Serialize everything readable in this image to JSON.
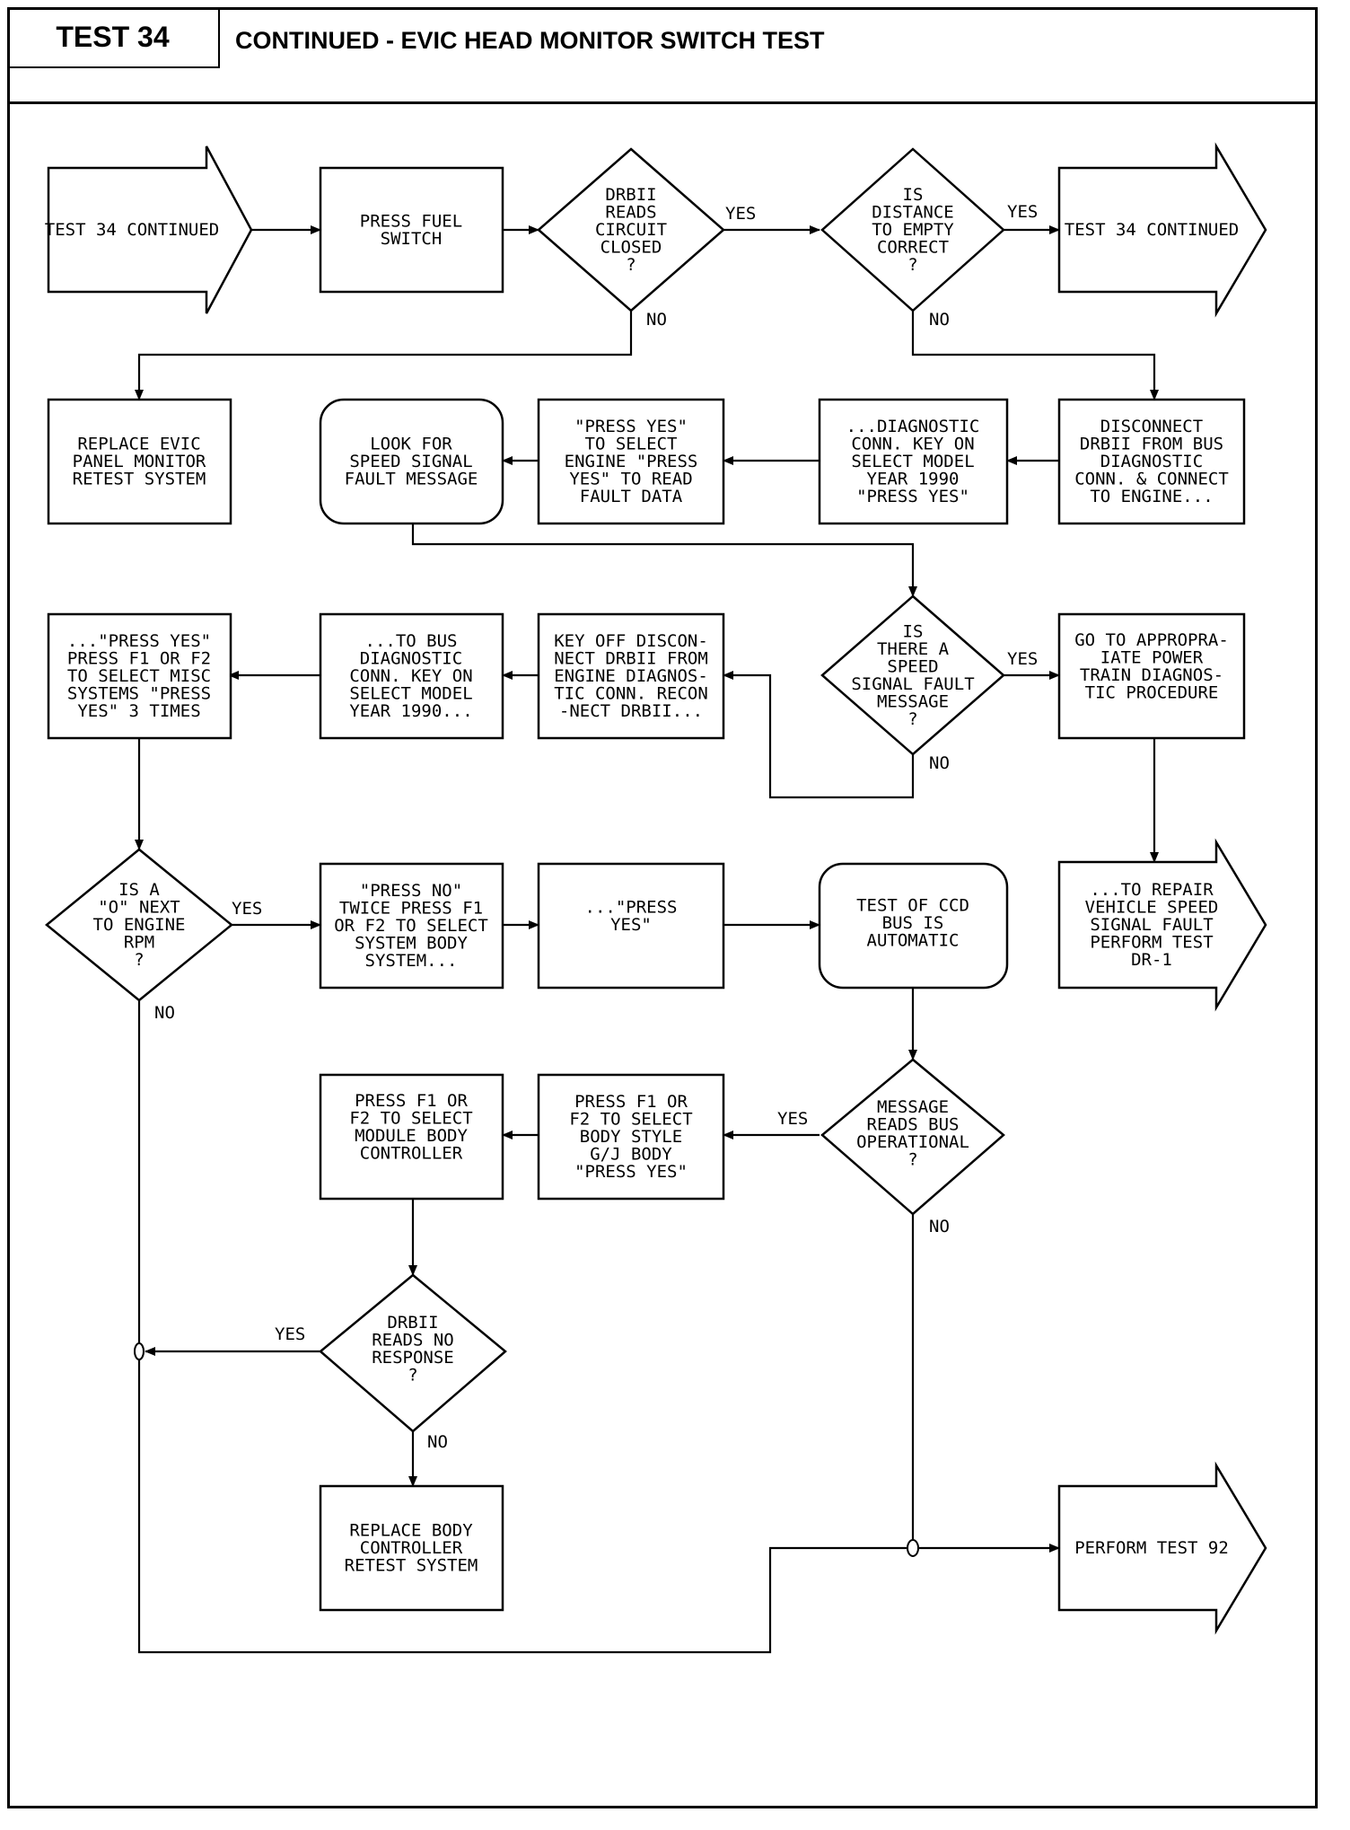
{
  "header": {
    "test_label": "TEST 34",
    "title": "CONTINUED - EVIC HEAD MONITOR SWITCH TEST"
  },
  "colors": {
    "ink": "#000000",
    "paper": "#ffffff"
  },
  "nodes": {
    "test34_in": [
      "TEST 34 CONTINUED"
    ],
    "press_fuel": [
      "PRESS FUEL",
      "SWITCH"
    ],
    "drbii_closed": [
      "DRBII",
      "READS",
      "CIRCUIT",
      "CLOSED",
      "?"
    ],
    "distance_empty": [
      "IS",
      "DISTANCE",
      "TO EMPTY",
      "CORRECT",
      "?"
    ],
    "test34_out": [
      "TEST 34 CONTINUED"
    ],
    "replace_evic": [
      "REPLACE EVIC",
      "PANEL MONITOR",
      "RETEST SYSTEM"
    ],
    "look_speed": [
      "LOOK FOR",
      "SPEED SIGNAL",
      "FAULT MESSAGE"
    ],
    "press_yes_engine": [
      "\"PRESS YES\"",
      "TO SELECT",
      "ENGINE \"PRESS",
      "YES\" TO READ",
      "FAULT DATA"
    ],
    "diag_conn_key": [
      "...DIAGNOSTIC",
      "CONN. KEY ON",
      "SELECT MODEL",
      "YEAR 1990",
      "\"PRESS YES\""
    ],
    "disconnect_drbii": [
      "DISCONNECT",
      "DRBII FROM BUS",
      "DIAGNOSTIC",
      "CONN. & CONNECT",
      "TO ENGINE..."
    ],
    "press_yes_misc": [
      "...\"PRESS YES\"",
      "PRESS F1 OR F2",
      "TO SELECT MISC",
      "SYSTEMS \"PRESS",
      "YES\" 3 TIMES"
    ],
    "to_bus_diag": [
      "...TO BUS",
      "DIAGNOSTIC",
      "CONN. KEY ON",
      "SELECT MODEL",
      "YEAR 1990..."
    ],
    "key_off": [
      "KEY OFF DISCON-",
      "NECT DRBII FROM",
      "ENGINE DIAGNOS-",
      "TIC CONN. RECON",
      "-NECT DRBII..."
    ],
    "speed_fault": [
      "IS",
      "THERE A",
      "SPEED",
      "SIGNAL FAULT",
      "MESSAGE",
      "?"
    ],
    "goto_powertrain": [
      "GO TO APPROPRA-",
      "IATE POWER",
      "TRAIN DIAGNOS-",
      "TIC PROCEDURE"
    ],
    "is_o_next": [
      "IS A",
      "\"O\" NEXT",
      "TO ENGINE",
      "RPM",
      "?"
    ],
    "press_no_twice": [
      "\"PRESS NO\"",
      "TWICE PRESS F1",
      "OR F2 TO SELECT",
      "SYSTEM BODY",
      "SYSTEM..."
    ],
    "press_yes_cont": [
      "...\"PRESS",
      "YES\""
    ],
    "test_ccd": [
      "TEST OF CCD",
      "BUS IS",
      "AUTOMATIC"
    ],
    "repair_speed": [
      "...TO REPAIR",
      "VEHICLE SPEED",
      "SIGNAL FAULT",
      "PERFORM TEST",
      "DR-1"
    ],
    "press_f1_module": [
      "PRESS F1 OR",
      "F2 TO SELECT",
      "MODULE BODY",
      "CONTROLLER"
    ],
    "press_f1_body": [
      "PRESS F1 OR",
      "F2 TO SELECT",
      "BODY STYLE",
      "G/J BODY",
      "\"PRESS YES\""
    ],
    "msg_bus_op": [
      "MESSAGE",
      "READS BUS",
      "OPERATIONAL",
      "?"
    ],
    "drbii_no_resp": [
      "DRBII",
      "READS NO",
      "RESPONSE",
      "?"
    ],
    "replace_body": [
      "REPLACE BODY",
      "CONTROLLER",
      "RETEST SYSTEM"
    ],
    "perform_92": [
      "PERFORM TEST 92"
    ]
  },
  "edge_labels": {
    "yes_1": "YES",
    "yes_2": "YES",
    "no_1": "NO",
    "no_2": "NO",
    "yes_3": "YES",
    "no_3": "NO",
    "yes_4": "YES",
    "no_4": "NO",
    "yes_5": "YES",
    "no_5": "NO",
    "yes_6": "YES",
    "no_6": "NO"
  }
}
